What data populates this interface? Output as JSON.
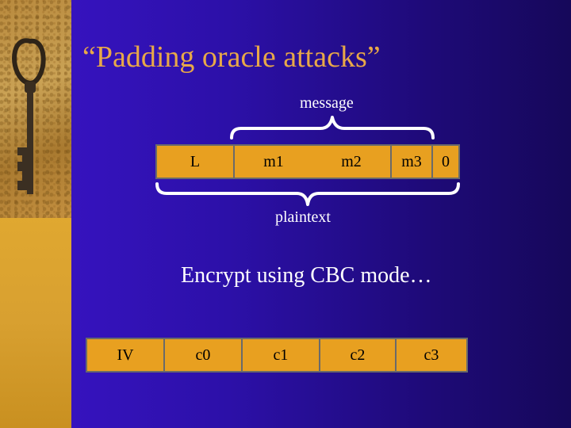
{
  "slide": {
    "title": "“Padding oracle attacks”",
    "subtitle": "Encrypt using CBC mode…"
  },
  "plaintext_diagram": {
    "message_label": "message",
    "plaintext_label": "plaintext",
    "cells": [
      "L",
      "m1",
      "m2",
      "m3",
      "0"
    ]
  },
  "ciphertext_diagram": {
    "cells": [
      "IV",
      "c0",
      "c1",
      "c2",
      "c3"
    ]
  },
  "colors": {
    "title": "#e8a848",
    "box_fill": "#e8a020",
    "box_border": "#6a6a6a",
    "text": "#ffffff"
  },
  "image": {
    "left_strip_photo": "old-iron-key-photo"
  }
}
